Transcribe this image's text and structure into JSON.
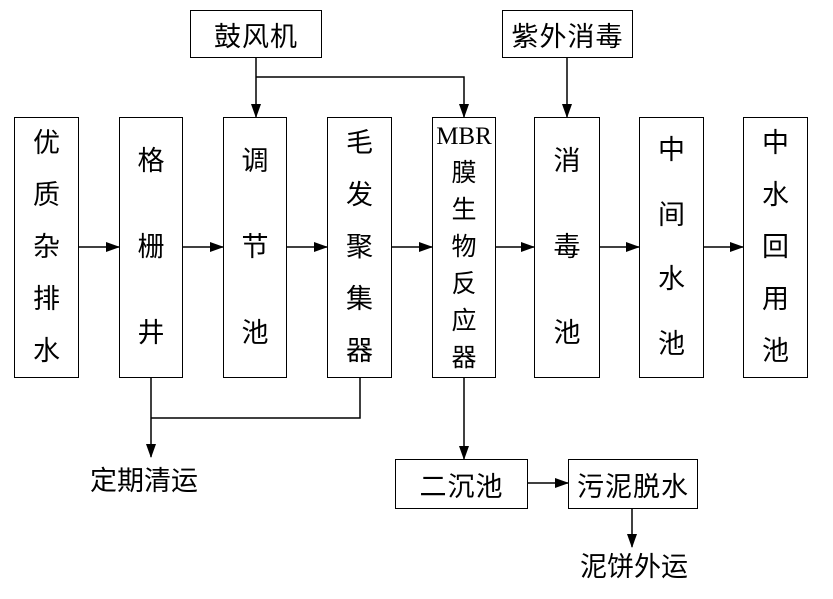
{
  "diagram": {
    "background_color": "#ffffff",
    "line_color": "#000000",
    "top_boxes": [
      {
        "id": "blower",
        "label": "鼓风机"
      },
      {
        "id": "uv-disinfection",
        "label": "紫外消毒"
      }
    ],
    "flow_boxes": [
      {
        "id": "raw-greywater",
        "label": "优质杂排水",
        "chars": [
          "优",
          "质",
          "杂",
          "排",
          "水"
        ]
      },
      {
        "id": "screen-well",
        "label": "格栅井",
        "chars": [
          "格",
          "栅",
          "井"
        ]
      },
      {
        "id": "regulating-tank",
        "label": "调节池",
        "chars": [
          "调",
          "节",
          "池"
        ]
      },
      {
        "id": "hair-collector",
        "label": "毛发聚集器",
        "chars": [
          "毛",
          "发",
          "聚",
          "集",
          "器"
        ]
      },
      {
        "id": "mbr-reactor",
        "label": "MBR膜生物反应器",
        "chars": [
          "MBR",
          "膜",
          "生",
          "物",
          "反",
          "应",
          "器"
        ]
      },
      {
        "id": "disinfection-tank",
        "label": "消毒池",
        "chars": [
          "消",
          "毒",
          "池"
        ]
      },
      {
        "id": "intermediate-tank",
        "label": "中间水池",
        "chars": [
          "中",
          "间",
          "水",
          "池"
        ]
      },
      {
        "id": "reuse-tank",
        "label": "中水回用池",
        "chars": [
          "中",
          "水",
          "回",
          "用",
          "池"
        ]
      }
    ],
    "bottom_boxes": [
      {
        "id": "secondary-sedimentation",
        "label": "二沉池"
      },
      {
        "id": "sludge-dewatering",
        "label": "污泥脱水"
      }
    ],
    "floating_labels": {
      "periodic_removal": "定期清运",
      "mudcake_transport": "泥饼外运"
    }
  }
}
